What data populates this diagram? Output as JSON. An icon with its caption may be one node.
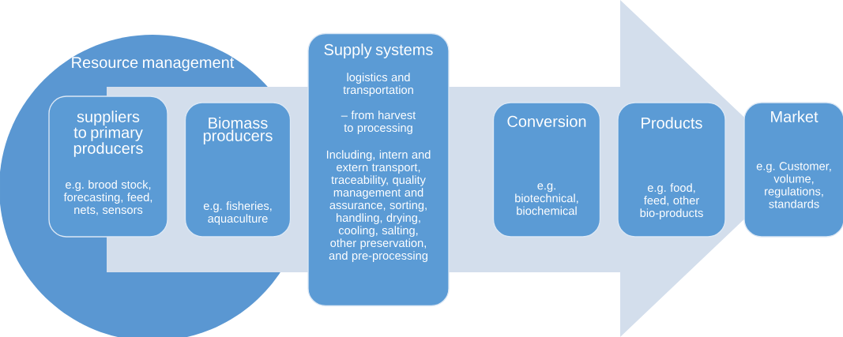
{
  "diagram": {
    "nodes": [
      {
        "text": [
          "Resource management"
        ]
      },
      {
        "text": [
          "suppliers to primary producers",
          "e.g. brood stock, forecasting, feed, nets, sensors"
        ],
        "in": 0
      },
      {
        "text": [
          "Biomass producers",
          "e.g. fisheries, aquaculture"
        ],
        "in": 0
      },
      {
        "text": [
          "Supply systems",
          "logistics and transportation",
          "– from harvest to processing",
          "Including, intern and extern transport, traceability, quality management and assurance, sorting, handling, drying, cooling, salting, other preservation, and pre-processing"
        ]
      },
      {
        "text": [
          "Conversion",
          "e.g. biotechnical, biochemical"
        ]
      },
      {
        "text": [
          "Products",
          "e.g. food, feed, other bio-products"
        ]
      },
      {
        "text": [
          "Market",
          "e.g. Customer, volume, regulations, standards"
        ]
      }
    ],
    "edges": [
      {
        "from": 1,
        "to": 6,
        "arrow": "to"
      }
    ]
  }
}
